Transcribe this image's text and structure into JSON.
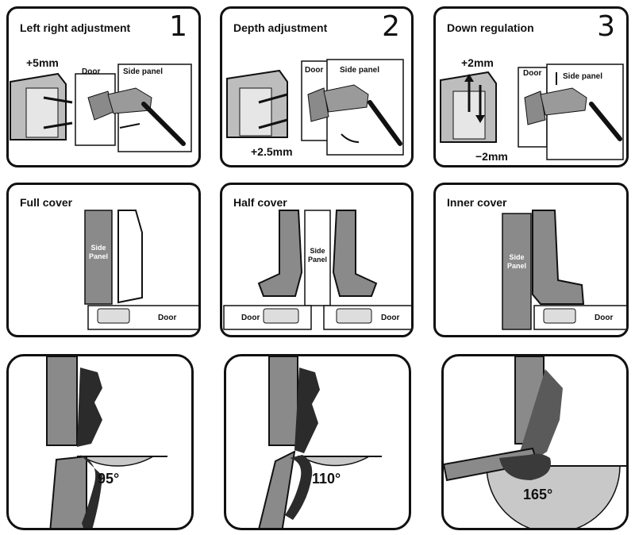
{
  "adjustments": [
    {
      "title": "Left right adjustment",
      "number": "1",
      "measure": "+5mm",
      "door_label": "Door",
      "panel_label": "Side panel"
    },
    {
      "title": "Depth adjustment",
      "number": "2",
      "measure": "+2.5mm",
      "door_label": "Door",
      "panel_label": "Side panel"
    },
    {
      "title": "Down regulation",
      "number": "3",
      "measure_up": "+2mm",
      "measure_down": "−2mm",
      "door_label": "Door",
      "panel_label": "Side panel"
    }
  ],
  "covers": [
    {
      "title": "Full cover",
      "side_label": "Side\nPanel",
      "door_label": "Door"
    },
    {
      "title": "Half cover",
      "side_label": "Side\nPanel",
      "door_left": "Door",
      "door_right": "Door"
    },
    {
      "title": "Inner cover",
      "side_label": "Side\nPanel",
      "door_label": "Door"
    }
  ],
  "angles": [
    "95°",
    "110°",
    "165°"
  ],
  "colors": {
    "border": "#111111",
    "metal": "#8a8a8a",
    "dark": "#2b2b2b",
    "arc": "#c8c8c8"
  }
}
